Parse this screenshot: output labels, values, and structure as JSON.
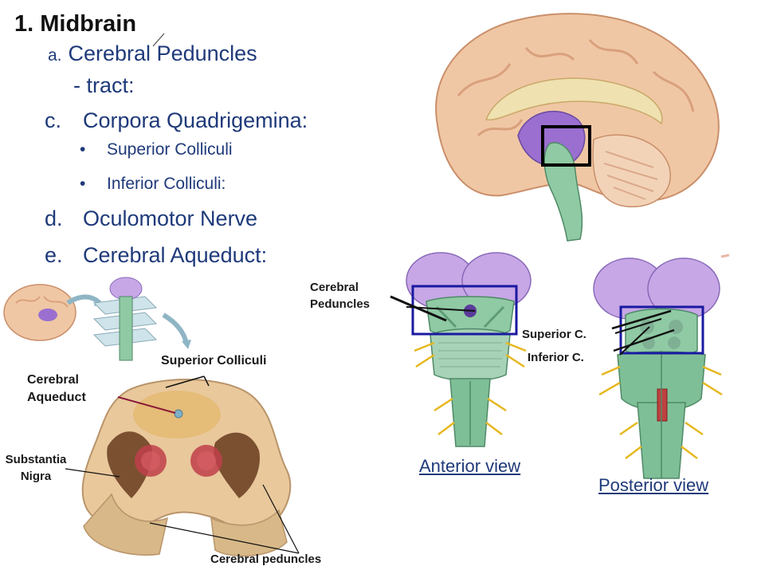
{
  "title": "1.  Midbrain",
  "outline": {
    "a_marker": "a.",
    "a_text": "Cerebral Peduncles",
    "tract": "- tract:",
    "c_marker": "c.",
    "c_text": "Corpora Quadrigemina:",
    "bullets": [
      "Superior Colliculi",
      "Inferior Colliculi:"
    ],
    "d_marker": "d.",
    "d_text": "Oculomotor Nerve",
    "e_marker": "e.",
    "e_text": "Cerebral Aqueduct:"
  },
  "section_labels": {
    "superior_colliculi": "Superior Colliculi",
    "cerebral_aqueduct": [
      "Cerebral",
      "Aqueduct"
    ],
    "substantia_nigra": [
      "Substantia",
      "Nigra"
    ],
    "cerebral_peduncles": "Cerebral peduncles"
  },
  "anterior": {
    "label": [
      "Cerebral",
      "Peduncles"
    ],
    "view": "Anterior view"
  },
  "posterior": {
    "superior_c": "Superior C.",
    "inferior_c": "Inferior C.",
    "view": "Posterior view"
  },
  "colors": {
    "text_blue": "#1f3a7a",
    "highlight_box": "#1a1aa0",
    "brain_tan": "#f0c7a4",
    "brainstem_green": "#7fbf98",
    "colliculi_purple": "#c7a7e6",
    "nigra_brown": "#7a4a2a",
    "red_nucleus": "#c0404a"
  }
}
